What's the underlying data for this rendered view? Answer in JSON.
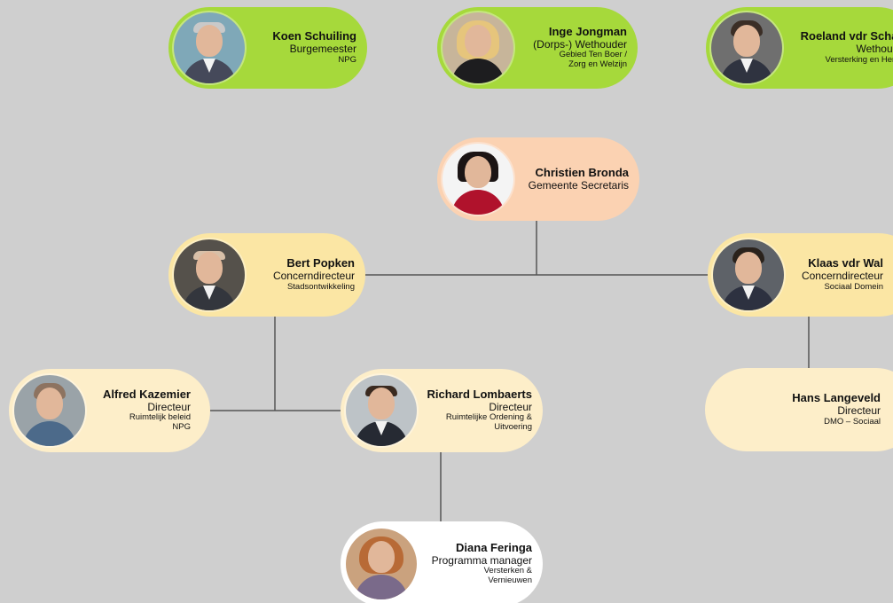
{
  "colors": {
    "background": "#cfcfcf",
    "council": "#a6d93b",
    "secretary": "#fbd2b2",
    "concern": "#fbe6a4",
    "director": "#fdeec9",
    "manager": "#ffffff",
    "connector": "#555555"
  },
  "council": [
    {
      "name": "Koen Schuiling",
      "role": "Burgemeester",
      "area": [
        "NPG"
      ]
    },
    {
      "name": "Inge Jongman",
      "role": "(Dorps-) Wethouder",
      "area": [
        "Gebied Ten Boer /",
        "Zorg en Welzijn"
      ]
    },
    {
      "name": "Roeland vdr Schaaf",
      "role": "Wethouder",
      "area": [
        "Versterking en Herstel"
      ]
    }
  ],
  "secretary": {
    "name": "Christien Bronda",
    "role": "Gemeente Secretaris"
  },
  "concern": [
    {
      "name": "Bert Popken",
      "role": "Concerndirecteur",
      "area": [
        "Stadsontwikkeling"
      ]
    },
    {
      "name": "Klaas vdr Wal",
      "role": "Concerndirecteur",
      "area": [
        "Sociaal Domein"
      ]
    }
  ],
  "directors": [
    {
      "name": "Alfred Kazemier",
      "role": "Directeur",
      "area": [
        "Ruimtelijk beleid",
        "NPG"
      ]
    },
    {
      "name": "Richard Lombaerts",
      "role": "Directeur",
      "area": [
        "Ruimtelijke Ordening &",
        "Uitvoering"
      ]
    },
    {
      "name": "Hans Langeveld",
      "role": "Directeur",
      "area": [
        "DMO –  Sociaal"
      ]
    }
  ],
  "manager": {
    "name": "Diana Feringa",
    "role": "Programma manager",
    "area": [
      "Versterken &",
      "Vernieuwen"
    ]
  }
}
